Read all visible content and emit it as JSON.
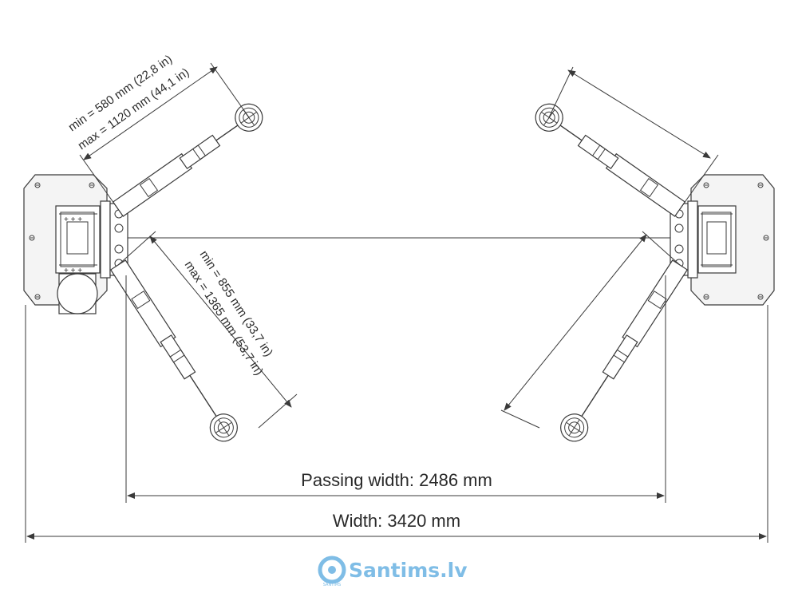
{
  "labels": {
    "passing_width": "Passing width: 2486 mm",
    "width": "Width: 3420 mm",
    "short_arm_min": "min = 580 mm (22,8 in)",
    "short_arm_max": "max = 1120 mm (44,1 in)",
    "long_arm_min": "min = 855 mm (33,7 in)",
    "long_arm_max": "max = 1365 mm (53,7 in)"
  },
  "logo": {
    "text": "Santims.lv",
    "badge_text": "SANTIMS",
    "color": "#7fbde6"
  },
  "colors": {
    "line": "#3a3a3a"
  }
}
